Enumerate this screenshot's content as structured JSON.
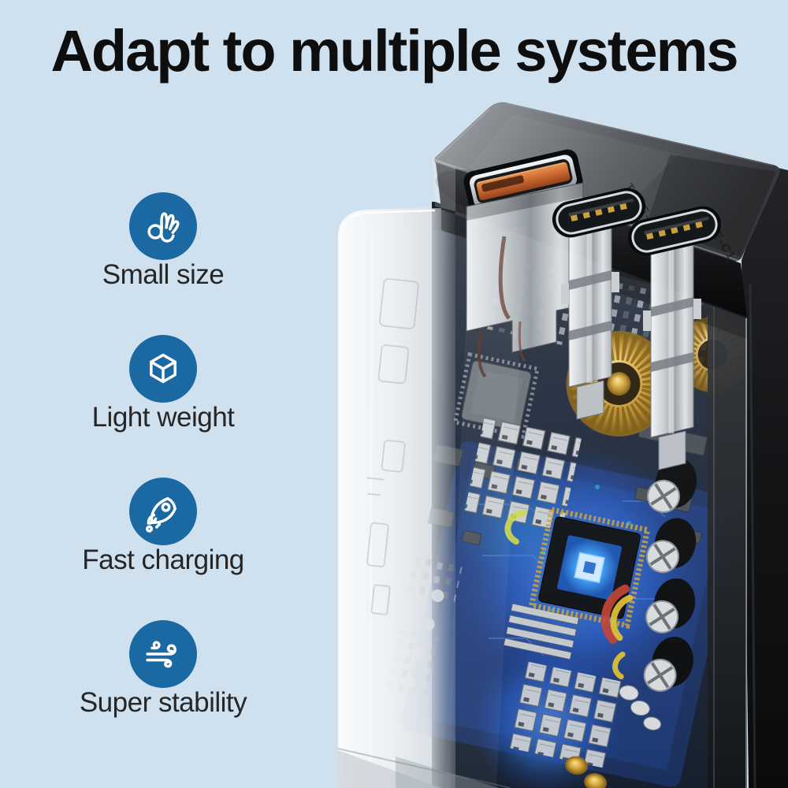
{
  "title": "Adapt to multiple systems",
  "features": [
    {
      "name": "small-size",
      "icon": "ok-hand-icon",
      "label": "Small size"
    },
    {
      "name": "light-weight",
      "icon": "cube-icon",
      "label": "Light weight"
    },
    {
      "name": "fast-charging",
      "icon": "rocket-icon",
      "label": "Fast charging"
    },
    {
      "name": "super-stability",
      "icon": "wind-icon",
      "label": "Super stability"
    }
  ],
  "charger": {
    "description": "transparent wall charger showing internal circuit board",
    "ports": [
      {
        "kind": "USB-A orange port",
        "engraving": "USB"
      },
      {
        "kind": "USB-C port",
        "engraving": "TYPE-C2"
      },
      {
        "kind": "USB-C port",
        "engraving": "TYPE-C1"
      }
    ]
  },
  "colors": {
    "background": "#cfe0ef",
    "title_text": "#0e0e0e",
    "label_text": "#262626",
    "icon_circle": "#1a69a3",
    "usb_a_accent": "#cf6b33",
    "pcb_glow": "#3f9af2",
    "coil_gold": "#d9a940",
    "cap_dark": "#2e3033"
  }
}
